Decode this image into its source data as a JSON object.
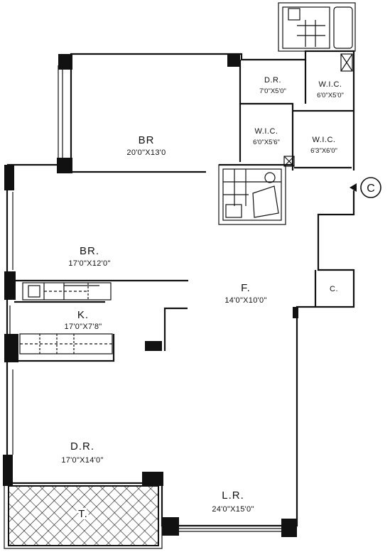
{
  "rooms": {
    "br1": {
      "name": "BR",
      "dim": "20'0\"X13'0"
    },
    "br2": {
      "name": "BR.",
      "dim": "17'0\"X12'0\""
    },
    "kitchen": {
      "name": "K.",
      "dim": "17'0\"X7'8\""
    },
    "dining": {
      "name": "D.R.",
      "dim": "17'0\"X14'0\""
    },
    "living": {
      "name": "L.R.",
      "dim": "24'0\"X15'0\""
    },
    "foyer": {
      "name": "F.",
      "dim": "14'0\"X10'0\""
    },
    "dr_small": {
      "name": "D.R.",
      "dim": "7'0\"X5'0\""
    },
    "wic1": {
      "name": "W.I.C.",
      "dim": "6'0\"X5'0\""
    },
    "wic2": {
      "name": "W.I.C.",
      "dim": "6'0\"X5'6\""
    },
    "wic3": {
      "name": "W.I.C.",
      "dim": "6'3\"X6'0\""
    },
    "closet": {
      "name": "C."
    },
    "terrace": {
      "name": "T."
    }
  },
  "marker": {
    "letter": "C"
  }
}
